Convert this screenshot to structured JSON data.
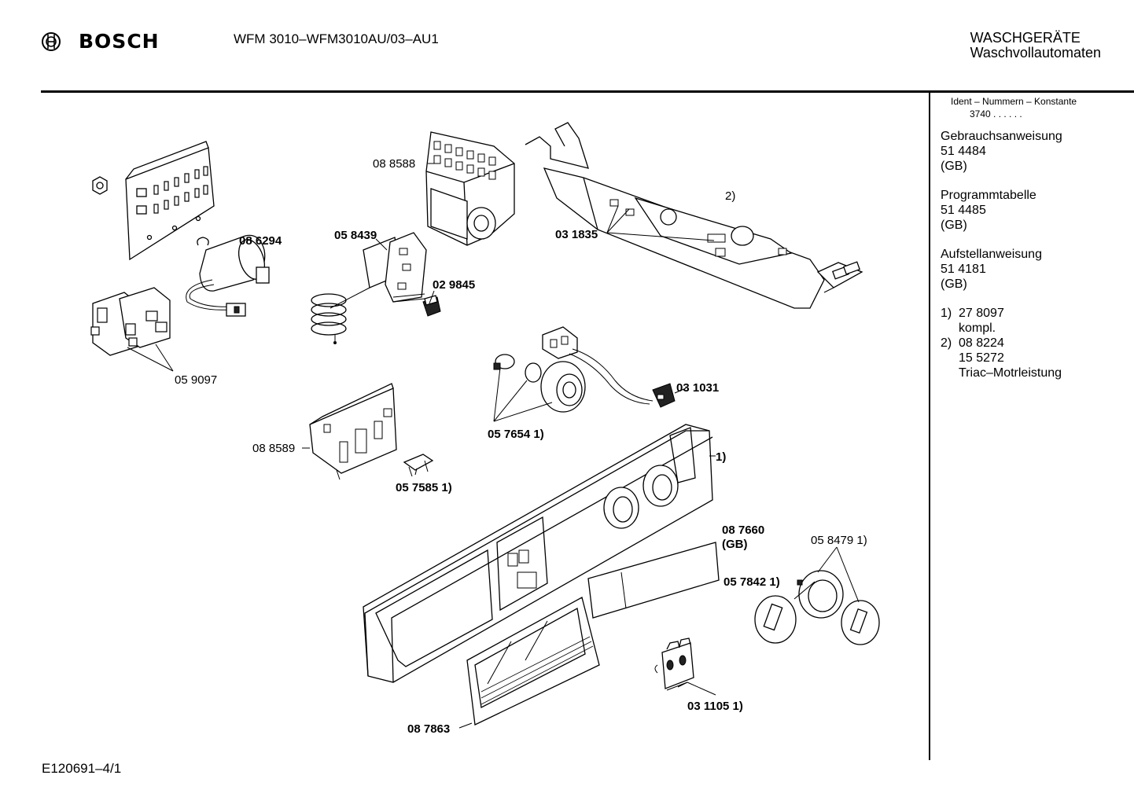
{
  "header": {
    "brand": "BOSCH",
    "model": "WFM 3010–WFM3010AU/03–AU1",
    "category_line1": "WASCHGERÄTE",
    "category_line2": "Waschvollautomaten"
  },
  "sidebar": {
    "ident_heading": "Ident – Nummern – Konstante",
    "ident_value": "3740 . . . . . .",
    "docs": [
      {
        "title": "Gebrauchsanweisung",
        "number": "51 4484",
        "lang": "(GB)"
      },
      {
        "title": "Programmtabelle",
        "number": "51 4485",
        "lang": "(GB)"
      },
      {
        "title": "Aufstellanweisung",
        "number": "51 4181",
        "lang": "(GB)"
      }
    ],
    "notes": [
      {
        "marker": "1)",
        "lines": [
          "27 8097",
          "kompl."
        ]
      },
      {
        "marker": "2)",
        "lines": [
          "08 8224",
          "15 5272",
          "Triac–Motrleistung"
        ]
      }
    ]
  },
  "parts": {
    "p1": "08 8588",
    "p2": "08 6294",
    "p3": "05 8439",
    "p4": "02 9845",
    "p5": "03 1835",
    "p6": "2)",
    "p7": "05 9097",
    "p8": "03 1031",
    "p9": "05 7654 1)",
    "p10": "08 8589",
    "p11": "05 7585 1)",
    "p12": "1)",
    "p13": "08 7660",
    "p14": "(GB)",
    "p15": "05 8479 1)",
    "p16": "05 7842  1)",
    "p17": "03 1105 1)",
    "p18": "08 7863"
  },
  "footer": {
    "doc_id": "E120691–4/1"
  }
}
